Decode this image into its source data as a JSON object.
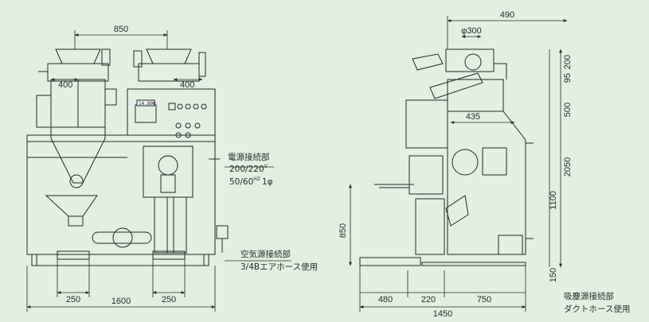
{
  "front_view": {
    "dimensions": {
      "top_width": "850",
      "hopper_left": "400",
      "hopper_right": "400",
      "pallet_left": "250",
      "overall_width": "1600",
      "pallet_right": "250"
    },
    "panel_display": "14.800",
    "power": {
      "label": "電源接続部",
      "voltage": "200/220",
      "voltage_sup": "V",
      "freq": "50/60",
      "freq_sup": "HZ",
      "phase": "1φ"
    },
    "air": {
      "label": "空気源接続部",
      "hose": "3/4Bエアホース使用"
    }
  },
  "side_view": {
    "dimensions": {
      "top_width": "490",
      "inlet_dia": "φ300",
      "mid_width": "435",
      "h_200": "200",
      "h_95": "95",
      "h_500": "500",
      "h_2050": "2050",
      "h_1100": "1100",
      "h_850": "850",
      "h_150": "150",
      "base_480": "480",
      "base_220": "220",
      "base_750": "750",
      "overall_depth": "1450"
    },
    "dust": {
      "label": "吸塵源接続部",
      "hose": "ダクトホース使用"
    }
  },
  "colors": {
    "background": "#e3efe0",
    "line": "#1f2a2a"
  }
}
